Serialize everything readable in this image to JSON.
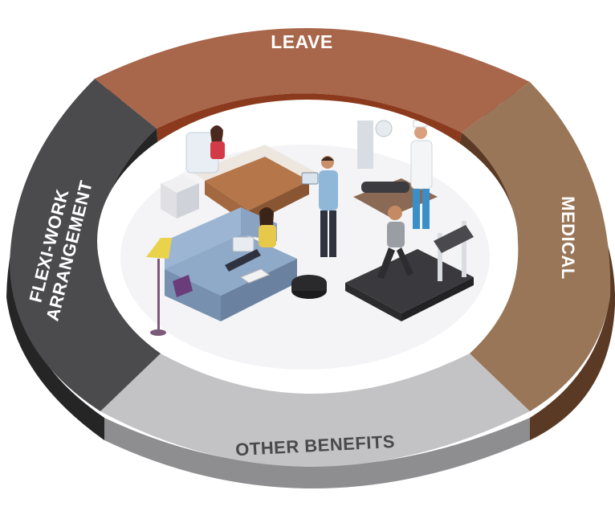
{
  "segments": {
    "leave": {
      "label": "LEAVE",
      "color_top": "#a8664a",
      "color_side": "#7a2f18",
      "color_inner": "#8b3a1e"
    },
    "medical": {
      "label": "MEDICAL",
      "color_top": "#9a7658",
      "color_side": "#5a3a24"
    },
    "other_benefits": {
      "label": "OTHER BENEFITS",
      "color_top": "#c3c3c5",
      "color_side": "#8e8e90",
      "text_color": "#4a4a4c"
    },
    "flexi_work": {
      "label_line1": "FLEXI-WORK",
      "label_line2": "ARRANGEMENT",
      "color_top": "#4b4b4d",
      "color_side": "#252526"
    }
  },
  "illustration": {
    "icons": [
      "hospital-bed-icon",
      "doctor-icon",
      "dentist-chair-icon",
      "treadmill-runner-icon",
      "sofa-laptop-icon",
      "floor-lamp-icon"
    ]
  }
}
